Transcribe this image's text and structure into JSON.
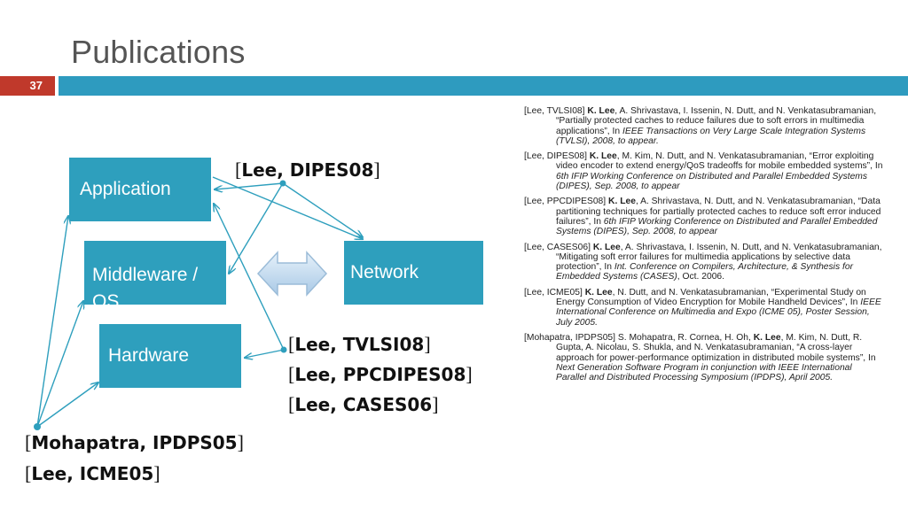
{
  "slide": {
    "title": "Publications",
    "number": "37",
    "accent_color": "#2e9bbf",
    "number_color": "#c0392b"
  },
  "diagram": {
    "boxes": {
      "application": "Application",
      "middleware": "Middleware / OS",
      "hardware": "Hardware",
      "network": "Network"
    },
    "citations": {
      "dipes08": "Lee, DIPES08",
      "tvlsi08": "Lee, TVLSI08",
      "ppcdipes08": "Lee, PPCDIPES08",
      "cases06": "Lee, CASES06",
      "ipdps05": "Mohapatra, IPDPS05",
      "icme05": "Lee, ICME05"
    },
    "icons": {
      "double_arrow": "double-headed-arrow-icon"
    }
  },
  "references": [
    {
      "key": "[Lee, TVLSI08]",
      "author": "K. Lee",
      "authors_rest": ", A. Shrivastava, I. Issenin, N. Dutt, and N. Venkatasubramanian, “Partially protected caches to reduce failures due to soft errors in multimedia applications”, In ",
      "venue": "IEEE Transactions on Very Large Scale Integration Systems (TVLSI), 2008, to appear.",
      "tail": ""
    },
    {
      "key": "[Lee, DIPES08]",
      "author": "K. Lee",
      "authors_rest": ", M. Kim, N. Dutt, and N. Venkatasubramanian, “Error exploiting video encoder to extend energy/QoS tradeoffs for mobile embedded systems”, In ",
      "venue": "6th IFIP Working Conference on Distributed and Parallel Embedded Systems (DIPES), Sep. 2008, to appear",
      "tail": ""
    },
    {
      "key": "[Lee, PPCDIPES08]",
      "author": "K. Lee",
      "authors_rest": ", A. Shrivastava, N. Dutt, and N. Venkatasubramanian, “Data partitioning techniques for partially protected caches to reduce soft error induced failures”, In ",
      "venue": "6th IFIP Working Conference on Distributed and Parallel Embedded Systems (DIPES), Sep. 2008, to appear",
      "tail": ""
    },
    {
      "key": "[Lee, CASES06]",
      "author": "K. Lee",
      "authors_rest": ", A. Shrivastava, I. Issenin, N. Dutt, and N. Venkatasubramanian, “Mitigating soft error failures for multimedia applications by selective data protection”, In ",
      "venue": "Int. Conference on Compilers, Architecture, & Synthesis for Embedded Systems (CASES)",
      "tail": ", Oct. 2006."
    },
    {
      "key": "[Lee, ICME05]",
      "author": "K. Lee",
      "authors_rest": ", N. Dutt, and N. Venkatasubramanian, “Experimental Study on Energy Consumption of Video Encryption for Mobile Handheld Devices”, In ",
      "venue": "IEEE International Conference on Multimedia and Expo (ICME 05), Poster Session, July 2005.",
      "tail": ""
    },
    {
      "key": "[Mohapatra, IPDPS05]",
      "author": "K. Lee",
      "authors_pre": " S. Mohapatra, R. Cornea, H. Oh, ",
      "authors_rest": ", M. Kim, N. Dutt, R. Gupta, A. Nicolau, S. Shukla, and N. Venkatasubramanian, “A cross-layer approach for power-performance optimization in distributed mobile systems”, In ",
      "venue": "Next Generation Software Program in conjunction with IEEE International Parallel and Distributed Processing Symposium (IPDPS), April 2005.",
      "tail": ""
    }
  ]
}
